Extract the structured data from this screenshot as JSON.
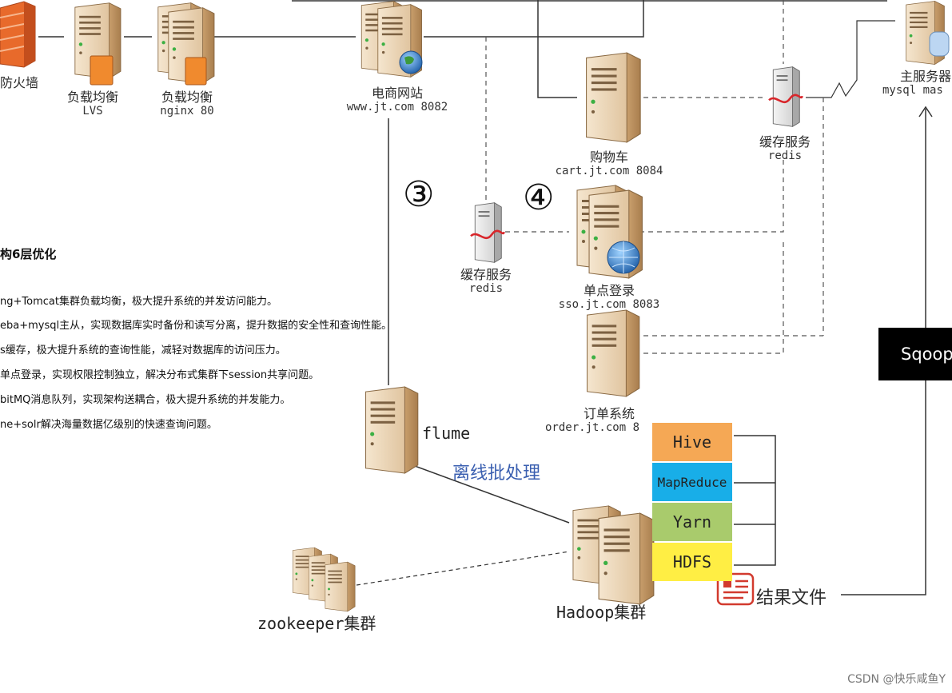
{
  "nodes": {
    "firewall": {
      "label": "防火墙"
    },
    "lvs": {
      "label": "负载均衡",
      "sub": "LVS"
    },
    "nginx": {
      "label": "负载均衡",
      "sub": "nginx 80"
    },
    "website": {
      "label": "电商网站",
      "sub": "www.jt.com 8082"
    },
    "cart": {
      "label": "购物车",
      "sub": "cart.jt.com 8084"
    },
    "redis_right": {
      "label": "缓存服务",
      "sub": "redis"
    },
    "master": {
      "label": "主服务器",
      "sub": "mysql mas"
    },
    "redis_left": {
      "label": "缓存服务",
      "sub": "redis"
    },
    "sso": {
      "label": "单点登录",
      "sub": "sso.jt.com 8083"
    },
    "order": {
      "label": "订单系统",
      "sub": "order.jt.com 8"
    },
    "flume": {
      "label": "flume"
    },
    "hadoop": {
      "label": "Hadoop集群"
    },
    "zookeeper": {
      "label": "zookeeper集群"
    }
  },
  "markers": {
    "three": "③",
    "four": "④"
  },
  "offline_label": "离线批处理",
  "sqoop": "Sqoop",
  "hadoop_stack": [
    {
      "name": "Hive",
      "color": "#f5a855"
    },
    {
      "name": "MapReduce",
      "color": "#18aee8"
    },
    {
      "name": "Yarn",
      "color": "#a9cb6c"
    },
    {
      "name": "HDFS",
      "color": "#ffee44"
    }
  ],
  "result_file": "结果文件",
  "notes": {
    "title": "构6层优化",
    "lines": [
      "ng+Tomcat集群负载均衡，极大提升系统的并发访问能力。",
      "eba+mysql主从，实现数据库实时备份和读写分离，提升数据的安全性和查询性能。",
      "s缓存，极大提升系统的查询性能，减轻对数据库的访问压力。",
      "单点登录，实现权限控制独立，解决分布式集群下session共享问题。",
      "bitMQ消息队列，实现架构送耦合，极大提升系统的并发能力。",
      "ne+solr解决海量数据亿级别的快速查询问题。"
    ]
  },
  "watermark": "CSDN @快乐咸鱼Y"
}
